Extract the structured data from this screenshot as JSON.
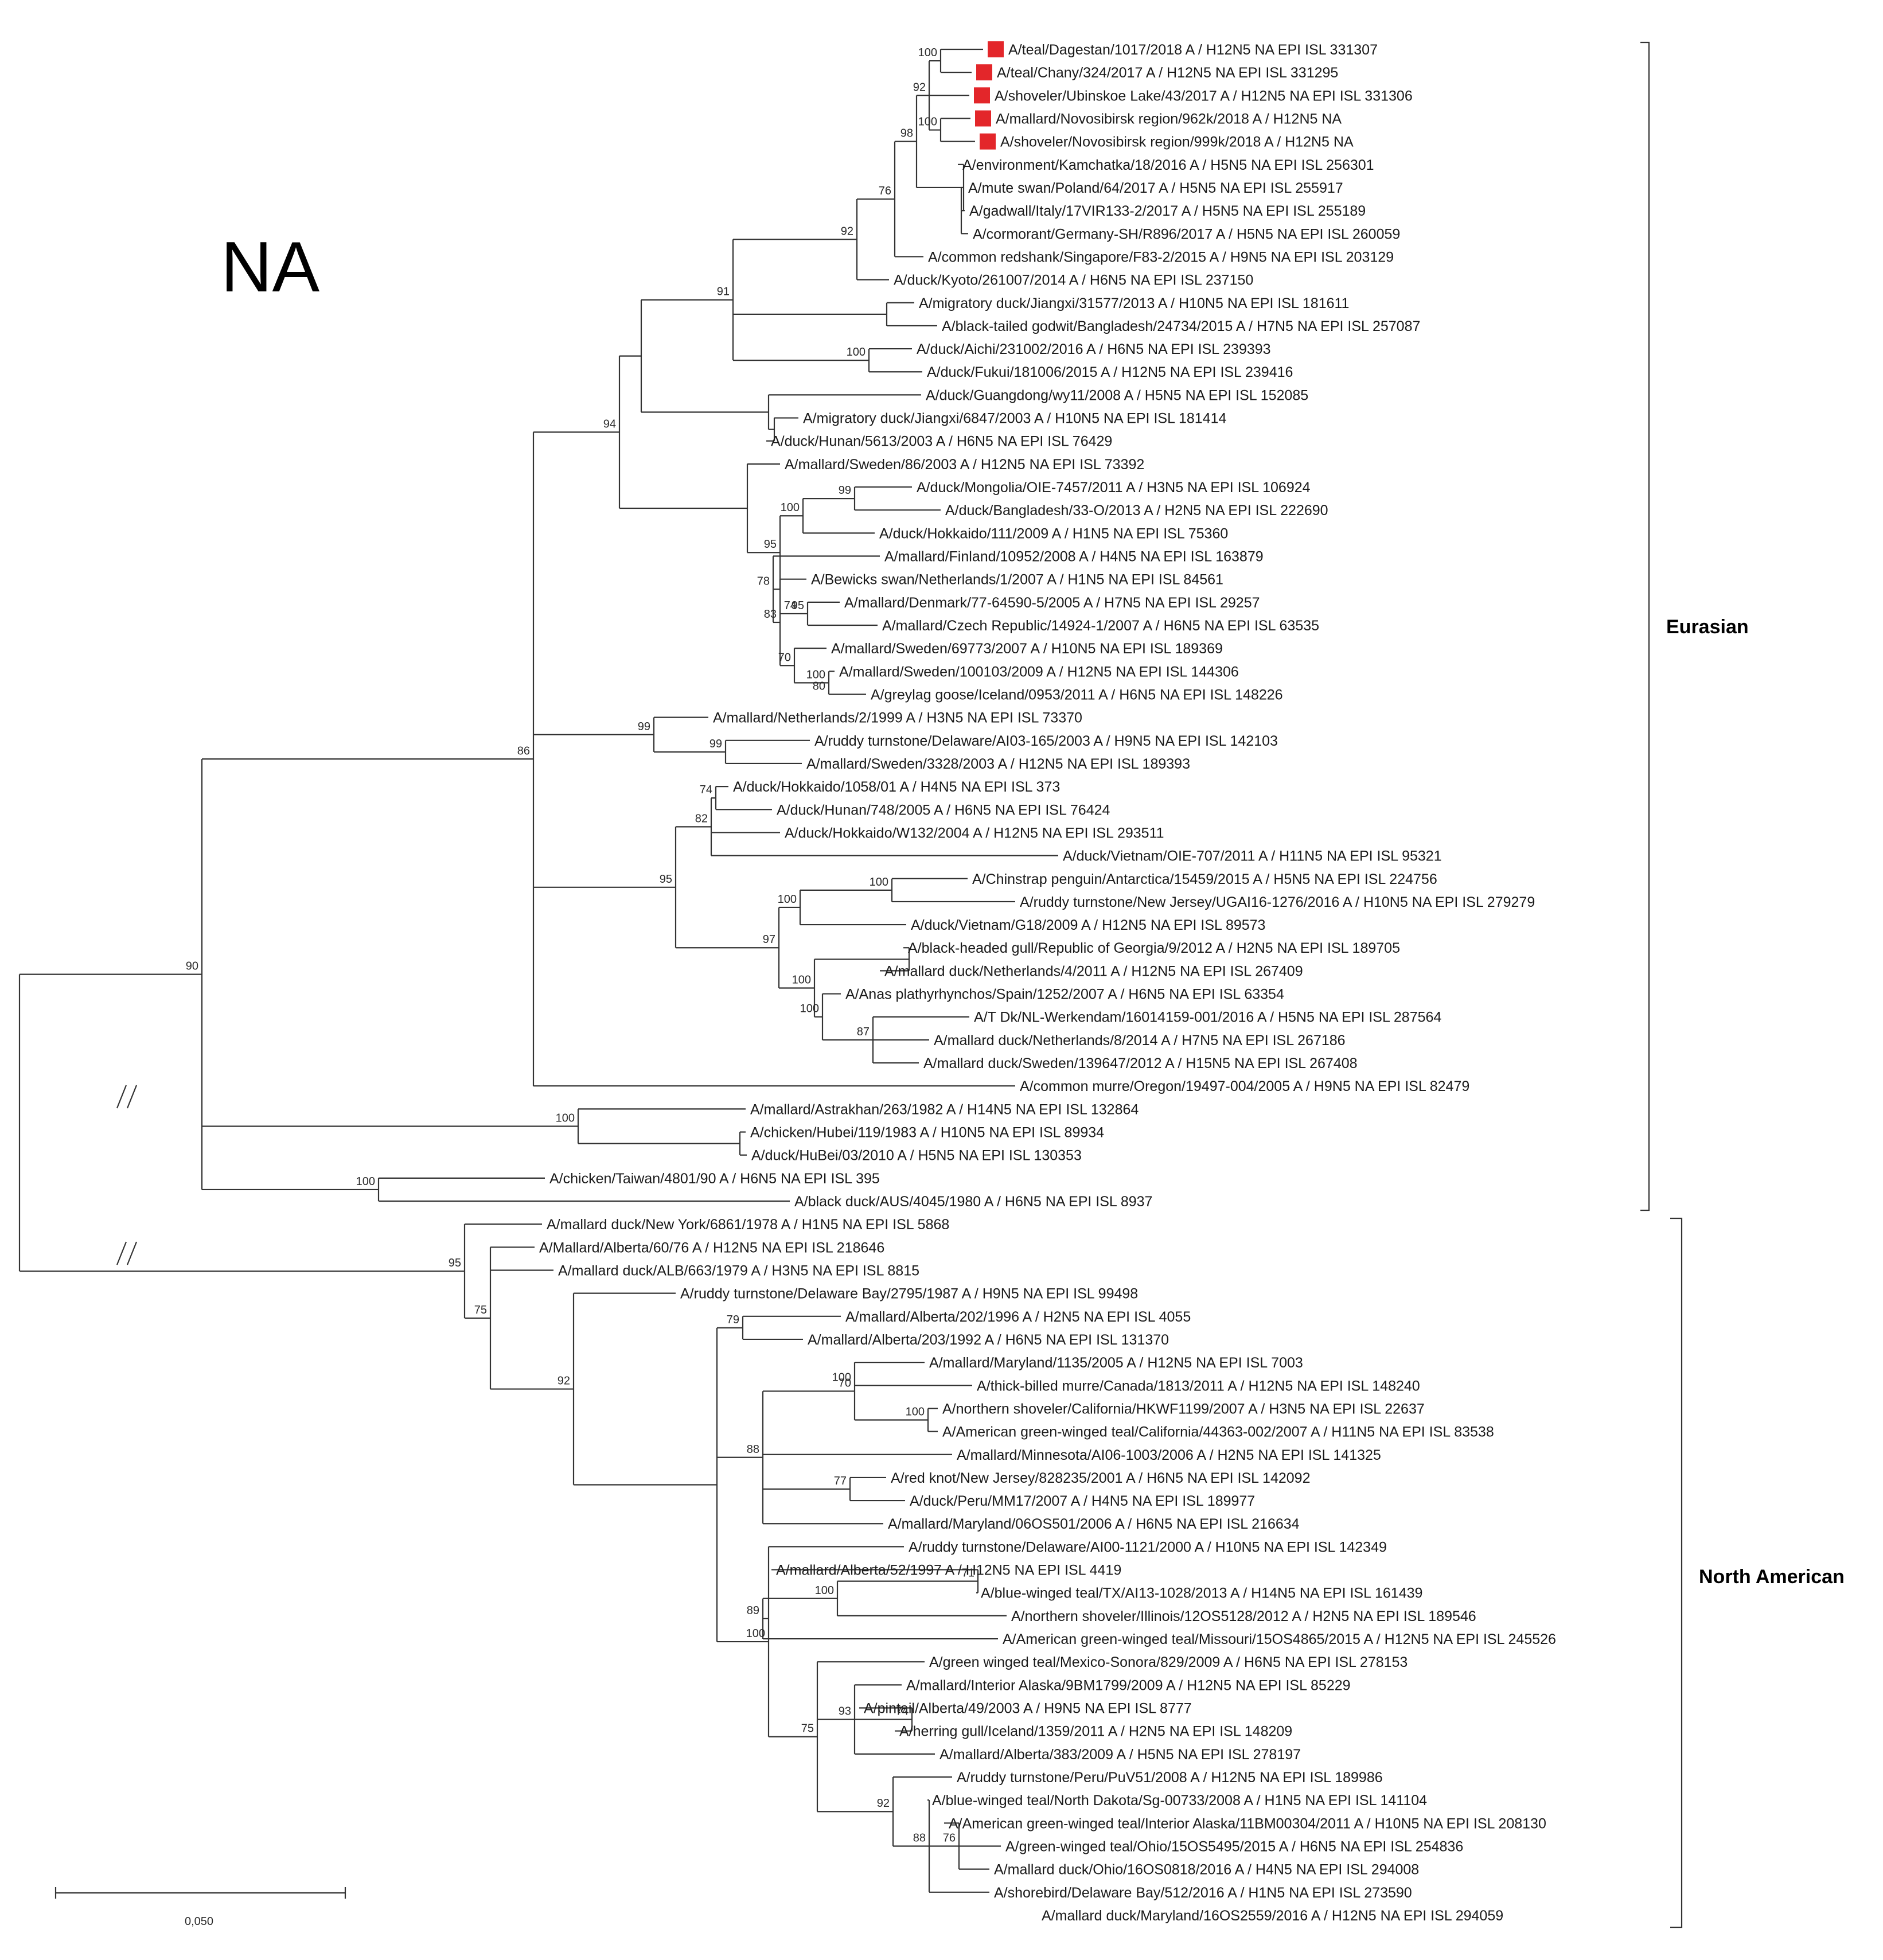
{
  "title": "NA",
  "clades": [
    "Eurasian",
    "North American"
  ],
  "scale_label": "0,050",
  "marker_color": "#e3262a",
  "leaves": [
    {
      "t": "A/teal/Dagestan/1017/2018 A / H12N5 NA EPI ISL 331307",
      "m": true
    },
    {
      "t": "A/teal/Chany/324/2017 A / H12N5 NA EPI ISL 331295",
      "m": true
    },
    {
      "t": "A/shoveler/Ubinskoe Lake/43/2017 A / H12N5 NA EPI ISL 331306",
      "m": true
    },
    {
      "t": "A/mallard/Novosibirsk region/962k/2018 A / H12N5 NA",
      "m": true
    },
    {
      "t": "A/shoveler/Novosibirsk region/999k/2018 A / H12N5 NA",
      "m": true
    },
    {
      "t": "A/environment/Kamchatka/18/2016 A / H5N5 NA EPI ISL 256301"
    },
    {
      "t": "A/mute swan/Poland/64/2017 A / H5N5 NA EPI ISL 255917"
    },
    {
      "t": "A/gadwall/Italy/17VIR133-2/2017 A / H5N5 NA EPI ISL 255189"
    },
    {
      "t": "A/cormorant/Germany-SH/R896/2017 A / H5N5 NA EPI ISL 260059"
    },
    {
      "t": "A/common redshank/Singapore/F83-2/2015 A / H9N5 NA EPI ISL 203129"
    },
    {
      "t": "A/duck/Kyoto/261007/2014 A / H6N5 NA EPI ISL 237150"
    },
    {
      "t": "A/migratory duck/Jiangxi/31577/2013 A / H10N5 NA EPI ISL 181611"
    },
    {
      "t": "A/black-tailed godwit/Bangladesh/24734/2015 A / H7N5 NA EPI ISL 257087"
    },
    {
      "t": "A/duck/Aichi/231002/2016 A / H6N5 NA EPI ISL 239393"
    },
    {
      "t": "A/duck/Fukui/181006/2015 A / H12N5 NA EPI ISL 239416"
    },
    {
      "t": "A/duck/Guangdong/wy11/2008 A / H5N5 NA EPI ISL 152085"
    },
    {
      "t": "A/migratory duck/Jiangxi/6847/2003 A / H10N5 NA EPI ISL 181414"
    },
    {
      "t": "A/duck/Hunan/5613/2003 A / H6N5 NA EPI ISL 76429"
    },
    {
      "t": "A/mallard/Sweden/86/2003 A / H12N5 NA EPI ISL 73392"
    },
    {
      "t": "A/duck/Mongolia/OIE-7457/2011 A / H3N5 NA EPI ISL 106924"
    },
    {
      "t": "A/duck/Bangladesh/33-O/2013 A / H2N5 NA EPI ISL 222690"
    },
    {
      "t": "A/duck/Hokkaido/111/2009 A / H1N5 NA EPI ISL 75360"
    },
    {
      "t": "A/mallard/Finland/10952/2008 A / H4N5 NA EPI ISL 163879"
    },
    {
      "t": "A/Bewicks swan/Netherlands/1/2007 A / H1N5 NA EPI ISL 84561"
    },
    {
      "t": "A/mallard/Denmark/77-64590-5/2005 A / H7N5 NA EPI ISL 29257"
    },
    {
      "t": "A/mallard/Czech Republic/14924-1/2007 A / H6N5 NA EPI ISL 63535"
    },
    {
      "t": "A/mallard/Sweden/69773/2007 A / H10N5 NA EPI ISL 189369"
    },
    {
      "t": "A/mallard/Sweden/100103/2009 A / H12N5 NA EPI ISL 144306"
    },
    {
      "t": "A/greylag goose/Iceland/0953/2011 A / H6N5 NA EPI ISL 148226"
    },
    {
      "t": "A/mallard/Netherlands/2/1999 A / H3N5 NA EPI ISL 73370"
    },
    {
      "t": "A/ruddy turnstone/Delaware/AI03-165/2003 A / H9N5 NA EPI ISL 142103"
    },
    {
      "t": "A/mallard/Sweden/3328/2003 A / H12N5 NA EPI ISL 189393"
    },
    {
      "t": "A/duck/Hokkaido/1058/01 A / H4N5 NA EPI ISL 373"
    },
    {
      "t": "A/duck/Hunan/748/2005 A / H6N5 NA EPI ISL 76424"
    },
    {
      "t": "A/duck/Hokkaido/W132/2004 A / H12N5 NA EPI ISL 293511"
    },
    {
      "t": "A/duck/Vietnam/OIE-707/2011 A / H11N5 NA EPI ISL 95321"
    },
    {
      "t": "A/Chinstrap penguin/Antarctica/15459/2015 A / H5N5 NA EPI ISL 224756"
    },
    {
      "t": "A/ruddy turnstone/New Jersey/UGAI16-1276/2016 A / H10N5 NA EPI ISL 279279"
    },
    {
      "t": "A/duck/Vietnam/G18/2009 A / H12N5 NA EPI ISL 89573"
    },
    {
      "t": "A/black-headed gull/Republic of Georgia/9/2012 A / H2N5 NA EPI ISL 189705"
    },
    {
      "t": "A/mallard duck/Netherlands/4/2011 A / H12N5 NA EPI ISL 267409"
    },
    {
      "t": "A/Anas plathyrhynchos/Spain/1252/2007 A / H6N5 NA EPI ISL 63354"
    },
    {
      "t": "A/T Dk/NL-Werkendam/16014159-001/2016 A / H5N5 NA EPI ISL 287564"
    },
    {
      "t": "A/mallard duck/Netherlands/8/2014 A / H7N5 NA EPI ISL 267186"
    },
    {
      "t": "A/mallard duck/Sweden/139647/2012 A / H15N5 NA EPI ISL 267408"
    },
    {
      "t": "A/common murre/Oregon/19497-004/2005 A / H9N5 NA EPI ISL 82479"
    },
    {
      "t": "A/mallard/Astrakhan/263/1982 A / H14N5 NA EPI ISL 132864"
    },
    {
      "t": "A/chicken/Hubei/119/1983 A / H10N5 NA EPI ISL 89934"
    },
    {
      "t": "A/duck/HuBei/03/2010 A / H5N5 NA EPI ISL 130353"
    },
    {
      "t": "A/chicken/Taiwan/4801/90 A / H6N5 NA EPI ISL 395"
    },
    {
      "t": "A/black duck/AUS/4045/1980 A / H6N5 NA EPI ISL 8937"
    },
    {
      "t": "A/mallard duck/New York/6861/1978 A / H1N5 NA EPI ISL 5868"
    },
    {
      "t": "A/Mallard/Alberta/60/76 A / H12N5 NA EPI ISL 218646"
    },
    {
      "t": "A/mallard duck/ALB/663/1979 A / H3N5 NA EPI ISL 8815"
    },
    {
      "t": "A/ruddy turnstone/Delaware Bay/2795/1987 A / H9N5 NA EPI ISL 99498"
    },
    {
      "t": "A/mallard/Alberta/202/1996 A / H2N5 NA EPI ISL 4055"
    },
    {
      "t": "A/mallard/Alberta/203/1992 A / H6N5 NA EPI ISL 131370"
    },
    {
      "t": "A/mallard/Maryland/1135/2005 A / H12N5 NA EPI ISL 7003"
    },
    {
      "t": "A/thick-billed murre/Canada/1813/2011 A / H12N5 NA EPI ISL 148240"
    },
    {
      "t": "A/northern shoveler/California/HKWF1199/2007 A / H3N5 NA EPI ISL 22637"
    },
    {
      "t": "A/American green-winged teal/California/44363-002/2007 A / H11N5 NA EPI ISL 83538"
    },
    {
      "t": "A/mallard/Minnesota/AI06-1003/2006 A / H2N5 NA EPI ISL 141325"
    },
    {
      "t": "A/red knot/New Jersey/828235/2001 A / H6N5 NA EPI ISL 142092"
    },
    {
      "t": "A/duck/Peru/MM17/2007 A / H4N5 NA EPI ISL 189977"
    },
    {
      "t": "A/mallard/Maryland/06OS501/2006 A / H6N5 NA EPI ISL 216634"
    },
    {
      "t": "A/ruddy turnstone/Delaware/AI00-1121/2000 A / H10N5 NA EPI ISL 142349"
    },
    {
      "t": "A/mallard/Alberta/52/1997 A / H12N5 NA EPI ISL 4419"
    },
    {
      "t": "A/blue-winged teal/TX/AI13-1028/2013 A / H14N5 NA EPI ISL 161439"
    },
    {
      "t": "A/northern shoveler/Illinois/12OS5128/2012 A / H2N5 NA EPI ISL 189546"
    },
    {
      "t": "A/American green-winged teal/Missouri/15OS4865/2015 A / H12N5 NA EPI ISL 245526"
    },
    {
      "t": "A/green winged teal/Mexico-Sonora/829/2009 A / H6N5 NA EPI ISL 278153"
    },
    {
      "t": "A/mallard/Interior Alaska/9BM1799/2009 A / H12N5 NA EPI ISL 85229"
    },
    {
      "t": "A/pintail/Alberta/49/2003 A / H9N5 NA EPI ISL 8777"
    },
    {
      "t": "A/herring gull/Iceland/1359/2011 A / H2N5 NA EPI ISL 148209"
    },
    {
      "t": "A/mallard/Alberta/383/2009 A / H5N5 NA EPI ISL 278197"
    },
    {
      "t": "A/ruddy turnstone/Peru/PuV51/2008 A / H12N5 NA EPI ISL 189986"
    },
    {
      "t": "A/blue-winged teal/North Dakota/Sg-00733/2008 A / H1N5 NA EPI ISL 141104"
    },
    {
      "t": "A/American green-winged teal/Interior Alaska/11BM00304/2011 A / H10N5 NA EPI ISL 208130"
    },
    {
      "t": "A/green-winged teal/Ohio/15OS5495/2015 A / H6N5 NA EPI ISL 254836"
    },
    {
      "t": "A/mallard duck/Ohio/16OS0818/2016 A / H4N5 NA EPI ISL 294008"
    },
    {
      "t": "A/shorebird/Delaware Bay/512/2016 A / H1N5 NA EPI ISL 273590"
    },
    {
      "t": "A/mallard duck/Maryland/16OS2559/2016 A / H12N5 NA EPI ISL 294059"
    }
  ],
  "support_values": [
    "100",
    "92",
    "100",
    "98",
    "76",
    "92",
    "100",
    "100",
    "91",
    "100",
    "99",
    "100",
    "95",
    "78",
    "83",
    "95",
    "74",
    "70",
    "100",
    "80",
    "99",
    "74",
    "82",
    "94",
    "100",
    "95",
    "100",
    "100",
    "97",
    "100",
    "87",
    "100",
    "86",
    "100",
    "90",
    "100",
    "75",
    "95",
    "92",
    "79",
    "70",
    "88",
    "100",
    "91",
    "100",
    "77",
    "100",
    "71",
    "100",
    "89",
    "93",
    "75",
    "74",
    "92",
    "88",
    "76"
  ]
}
